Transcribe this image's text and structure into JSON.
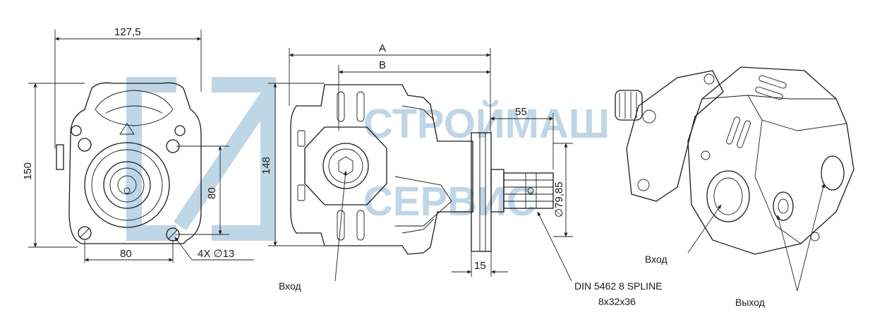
{
  "watermark": {
    "line1": "СТРОЙМАШ",
    "line2": "СЕРВИС",
    "color": "#bfd6e6"
  },
  "front_view": {
    "dim_width": "127,5",
    "dim_height": "150",
    "dim_bolt_h": "80",
    "dim_bolt_v": "80",
    "dim_holes": "4X ∅13"
  },
  "side_view": {
    "dim_a": "A",
    "dim_b": "B",
    "dim_height": "148",
    "dim_shaft_len": "55",
    "dim_shaft_dia": "∅79,85",
    "dim_flange": "15",
    "label_inlet": "Вход",
    "spline_line1": "DIN 5462 8 SPLINE",
    "spline_line2": "8x32x36"
  },
  "iso_view": {
    "label_inlet": "Вход",
    "label_outlet": "Выход"
  }
}
